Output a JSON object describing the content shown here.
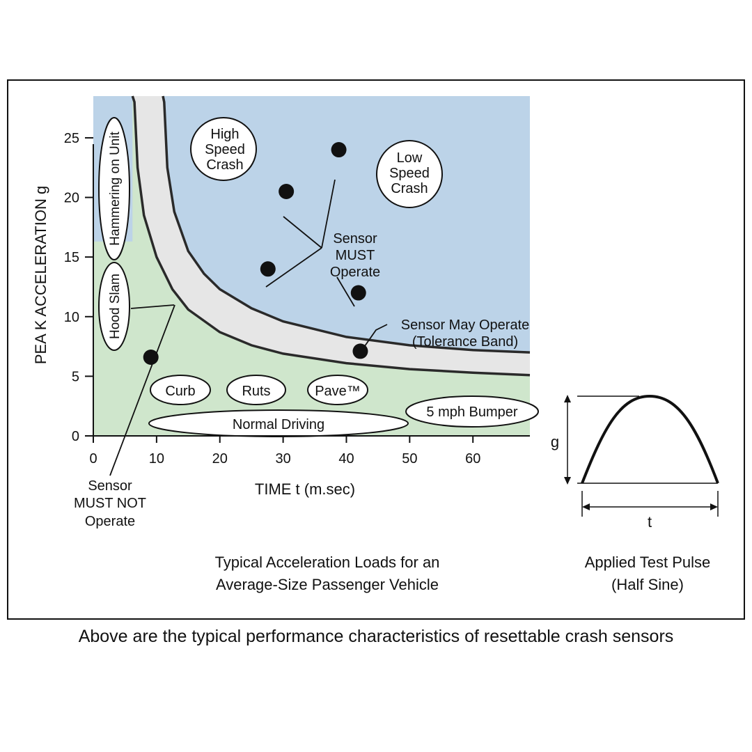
{
  "caption": "Above are the typical performance characteristics of resettable crash sensors",
  "chart_data": {
    "type": "line",
    "ylabel": "PEA K ACCELERATION g",
    "xlabel": "TIME t (m.sec)",
    "title_lines": [
      "Typical Acceleration Loads for an",
      "Average-Size Passenger Vehicle"
    ],
    "xlim": [
      0,
      69
    ],
    "ylim": [
      0,
      28.5
    ],
    "x_ticks": [
      0,
      10,
      20,
      30,
      40,
      50,
      60
    ],
    "y_ticks": [
      0,
      5,
      10,
      15,
      20,
      25
    ],
    "colors": {
      "must_operate_region": "#bcd3e8",
      "must_not_operate_region": "#cfe6cc",
      "tolerance_band": "#e6e6e6",
      "curve": "#2a2a2a"
    },
    "regions": {
      "must_operate_label": [
        "Sensor",
        "MUST",
        "Operate"
      ],
      "must_not_operate_label": [
        "Sensor",
        "MUST NOT",
        "Operate"
      ],
      "tolerance_label": [
        "Sensor May Operate",
        "(Tolerance Band)"
      ]
    },
    "series": [
      {
        "points": [
          [
            6.2,
            34
          ],
          [
            6.5,
            28
          ],
          [
            7,
            22.5
          ],
          [
            8,
            18.5
          ],
          [
            10,
            15
          ],
          [
            12.5,
            12.3
          ],
          [
            15,
            10.6
          ],
          [
            20,
            8.7
          ],
          [
            25,
            7.6
          ],
          [
            30,
            6.9
          ],
          [
            40,
            6.1
          ],
          [
            50,
            5.6
          ],
          [
            60,
            5.3
          ],
          [
            69,
            5.1
          ]
        ]
      },
      {
        "points": [
          [
            11,
            34
          ],
          [
            11.2,
            28
          ],
          [
            11.7,
            22.5
          ],
          [
            12.8,
            18.8
          ],
          [
            15,
            15.5
          ],
          [
            17.5,
            13.6
          ],
          [
            20,
            12.3
          ],
          [
            25,
            10.7
          ],
          [
            30,
            9.6
          ],
          [
            40,
            8.3
          ],
          [
            50,
            7.6
          ],
          [
            60,
            7.2
          ],
          [
            69,
            7.0
          ]
        ]
      }
    ],
    "points": [
      {
        "x": 27.6,
        "y": 14.0,
        "group": "must_operate"
      },
      {
        "x": 30.5,
        "y": 20.5,
        "group": "must_operate"
      },
      {
        "x": 38.8,
        "y": 24.0,
        "group": "must_operate"
      },
      {
        "x": 41.9,
        "y": 12.0,
        "group": "must_operate"
      },
      {
        "x": 42.2,
        "y": 7.1,
        "group": "tolerance"
      },
      {
        "x": 9.1,
        "y": 6.6,
        "group": "must_not_operate"
      }
    ],
    "annotations": {
      "high_speed_crash": [
        "High",
        "Speed",
        "Crash"
      ],
      "low_speed_crash": [
        "Low",
        "Speed",
        "Crash"
      ],
      "hammering": "Hammering on Unit",
      "hood_slam": "Hood Slam",
      "curb": "Curb",
      "ruts": "Ruts",
      "pave": "Pave™",
      "bumper": "5 mph Bumper",
      "normal_driving": "Normal Driving"
    }
  },
  "pulse": {
    "title_lines": [
      "Applied Test Pulse",
      "(Half Sine)"
    ],
    "g_label": "g",
    "t_label": "t"
  }
}
